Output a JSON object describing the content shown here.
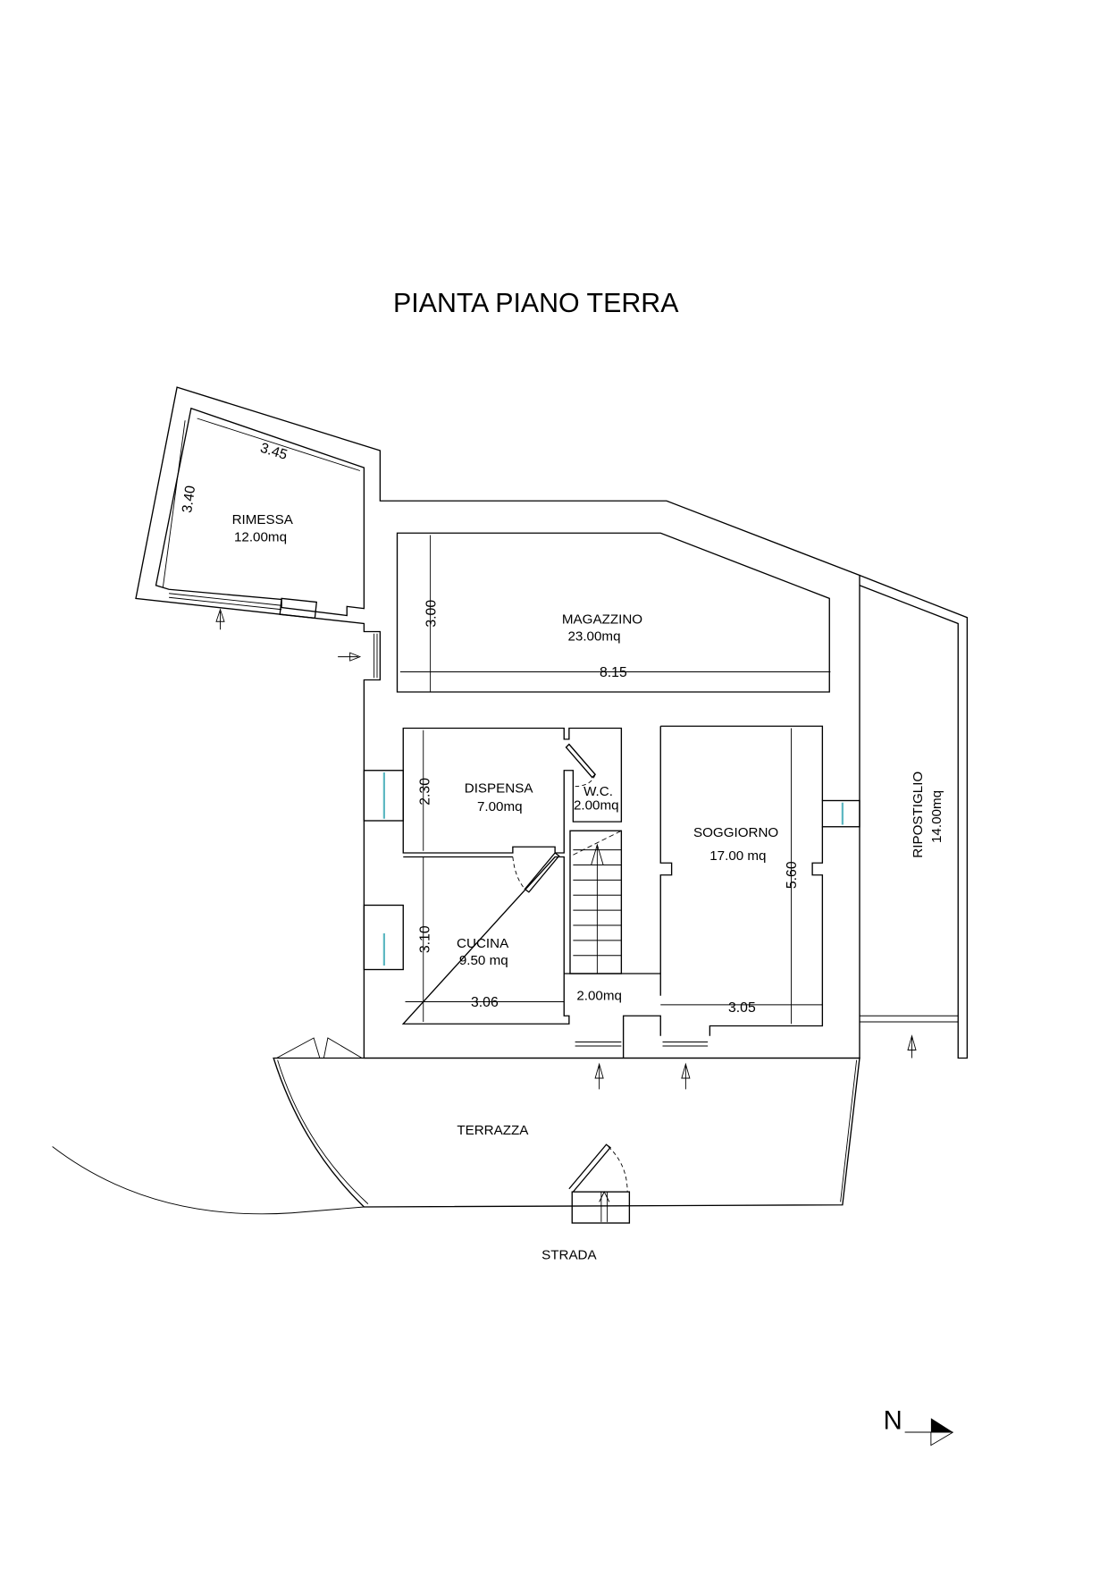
{
  "title": "PIANTA PIANO TERRA",
  "rooms": {
    "rimessa": {
      "name": "RIMESSA",
      "area": "12.00mq"
    },
    "magazzino": {
      "name": "MAGAZZINO",
      "area": "23.00mq"
    },
    "dispensa": {
      "name": "DISPENSA",
      "area": "7.00mq"
    },
    "wc": {
      "name": "W.C.",
      "area": "2.00mq"
    },
    "soggiorno": {
      "name": "SOGGIORNO",
      "area": "17.00 mq"
    },
    "cucina": {
      "name": "CUCINA",
      "area": "9.50 mq"
    },
    "disimpegno": {
      "area": "2.00mq"
    },
    "ripostiglio": {
      "name": "RIPOSTIGLIO",
      "area": "14.00mq"
    },
    "terrazza": {
      "name": "TERRAZZA"
    }
  },
  "dimensions": {
    "rimessa_width": "3.45",
    "rimessa_depth": "3.40",
    "magazzino_depth": "3.00",
    "magazzino_length": "8.15",
    "dispensa_depth": "2.30",
    "cucina_depth": "3.10",
    "cucina_width": "3.06",
    "soggiorno_width": "3.05",
    "soggiorno_length": "5.60"
  },
  "strada": "STRADA",
  "north": "N"
}
